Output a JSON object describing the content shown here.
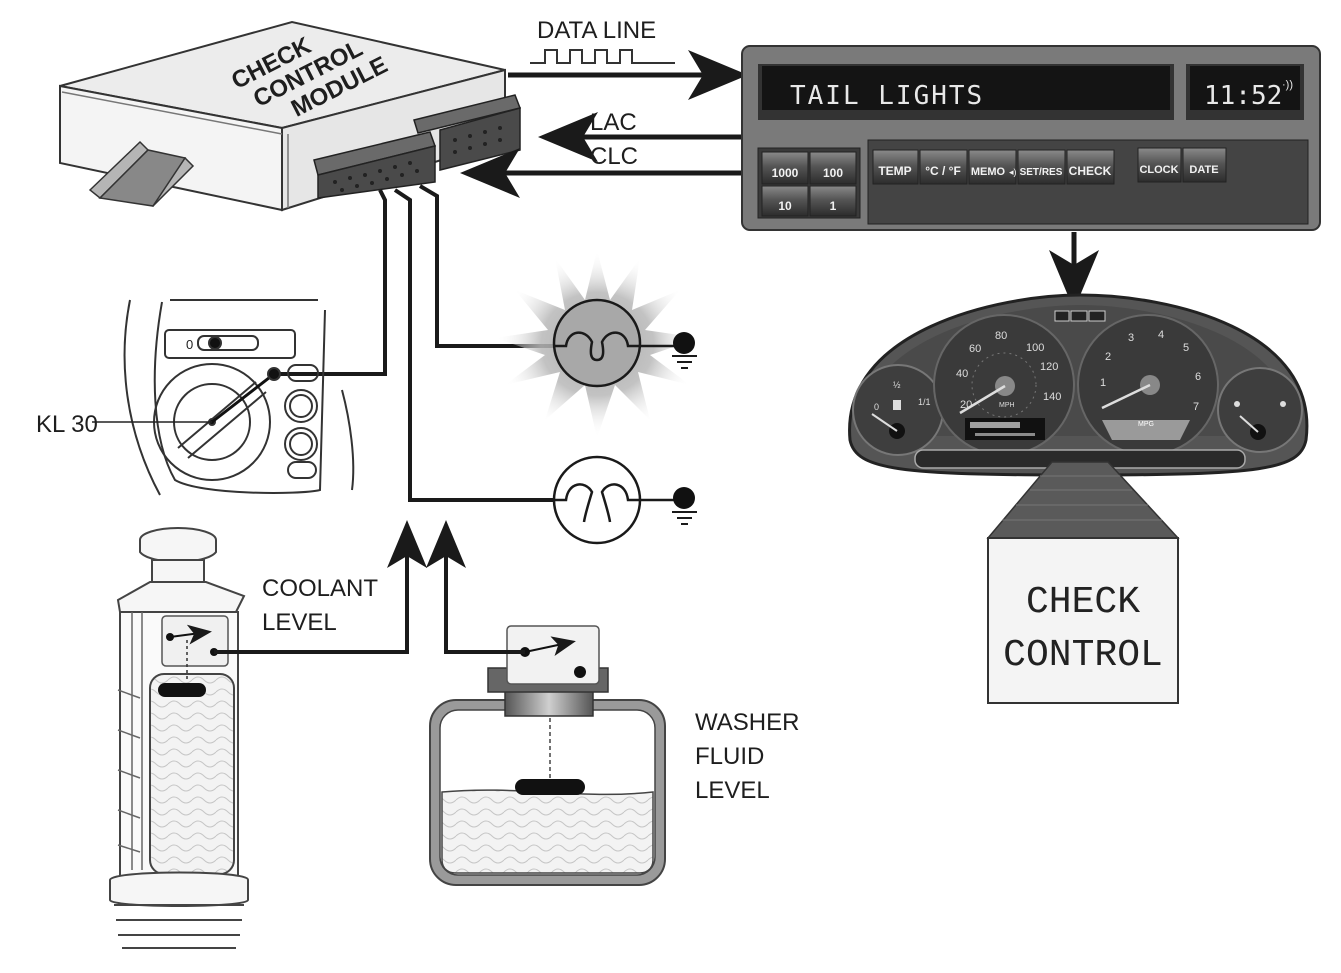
{
  "module": {
    "line1": "CHECK",
    "line2": "CONTROL",
    "line3": "MODULE"
  },
  "signals": {
    "data_line": "DATA LINE",
    "lac": "LAC",
    "clc": "CLC"
  },
  "obc": {
    "display_text": "TAIL LIGHTS",
    "clock_text": "11:52",
    "clock_sound_icon": "speaker-icon",
    "number_buttons": [
      "1000",
      "100",
      "10",
      "1"
    ],
    "function_buttons": [
      "TEMP",
      "°C / °F",
      "MEMO",
      "SET/RES",
      "CHECK"
    ],
    "memo_icon": "speaker-icon",
    "right_buttons": [
      "CLOCK",
      "DATE"
    ]
  },
  "cluster": {
    "speedo_ticks": [
      "20",
      "40",
      "60",
      "80",
      "100",
      "120",
      "140"
    ],
    "tacho_ticks": [
      "1",
      "2",
      "3",
      "4",
      "5",
      "6",
      "7"
    ],
    "speedo_unit": "MPH",
    "economy_unit": "MPG",
    "fuel_marks": [
      "0",
      "½",
      "1/1"
    ]
  },
  "callout": {
    "line1": "CHECK",
    "line2": "CONTROL"
  },
  "labels": {
    "kl30": "KL 30",
    "coolant_line1": "COOLANT",
    "coolant_line2": "LEVEL",
    "washer_line1": "WASHER",
    "washer_line2": "FLUID",
    "washer_line3": "LEVEL"
  },
  "colors": {
    "line": "#1a1a1a",
    "panel": "#6e6e6e",
    "display_bg": "#141414",
    "display_text": "#e8e8e8",
    "button": "#3a3a3a",
    "callout_arrow": "#5a5a5a",
    "callout_box": "#f4f4f4"
  }
}
